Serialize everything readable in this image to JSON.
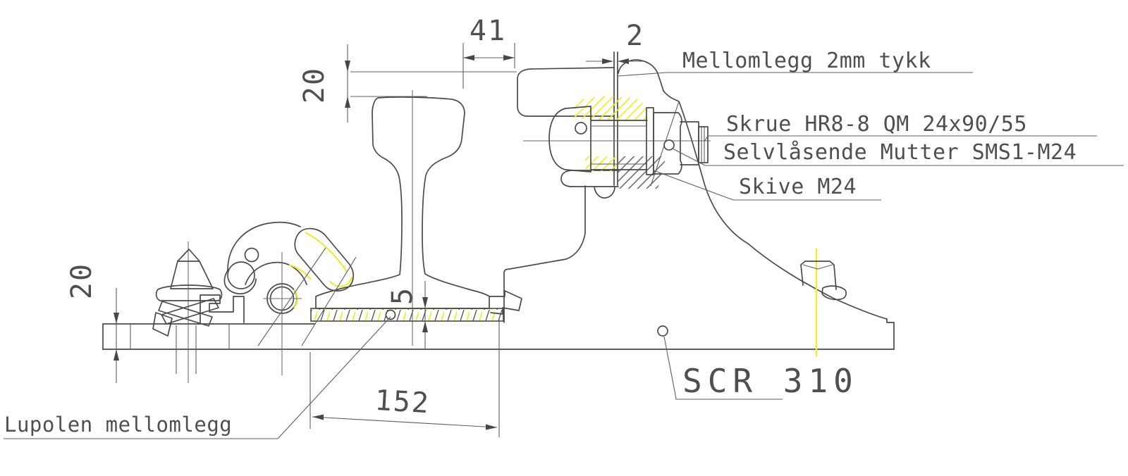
{
  "drawing": {
    "type": "technical-cad-rail-fastening",
    "labels": {
      "shim": "Mellomlegg 2mm tykk",
      "screw": "Skrue HR8-8 QM 24x90/55",
      "nut": "Selvlåsende Mutter SMS1-M24",
      "washer": "Skive M24",
      "baseplate": "SCR 310",
      "pad": "Lupolen mellomlegg"
    },
    "dimensions": {
      "clearance_top": "41",
      "shim_thickness": "2",
      "head_depth": "20",
      "plate_thickness": "20",
      "pad_thickness": "5",
      "pad_length": "152"
    },
    "colors": {
      "line": "#4a4a4a",
      "highlight_yellow": "#f2e920",
      "background": "#ffffff"
    }
  }
}
